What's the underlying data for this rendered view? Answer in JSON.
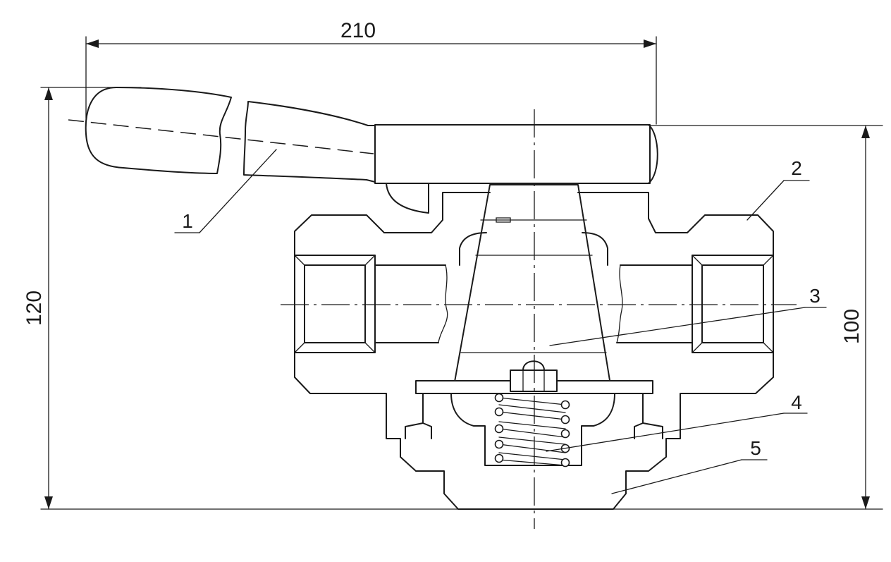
{
  "dimensions": {
    "width_label": "210",
    "height_left_label": "120",
    "height_right_label": "100"
  },
  "callouts": [
    {
      "number": "1"
    },
    {
      "number": "2"
    },
    {
      "number": "3"
    },
    {
      "number": "4"
    },
    {
      "number": "5"
    }
  ]
}
